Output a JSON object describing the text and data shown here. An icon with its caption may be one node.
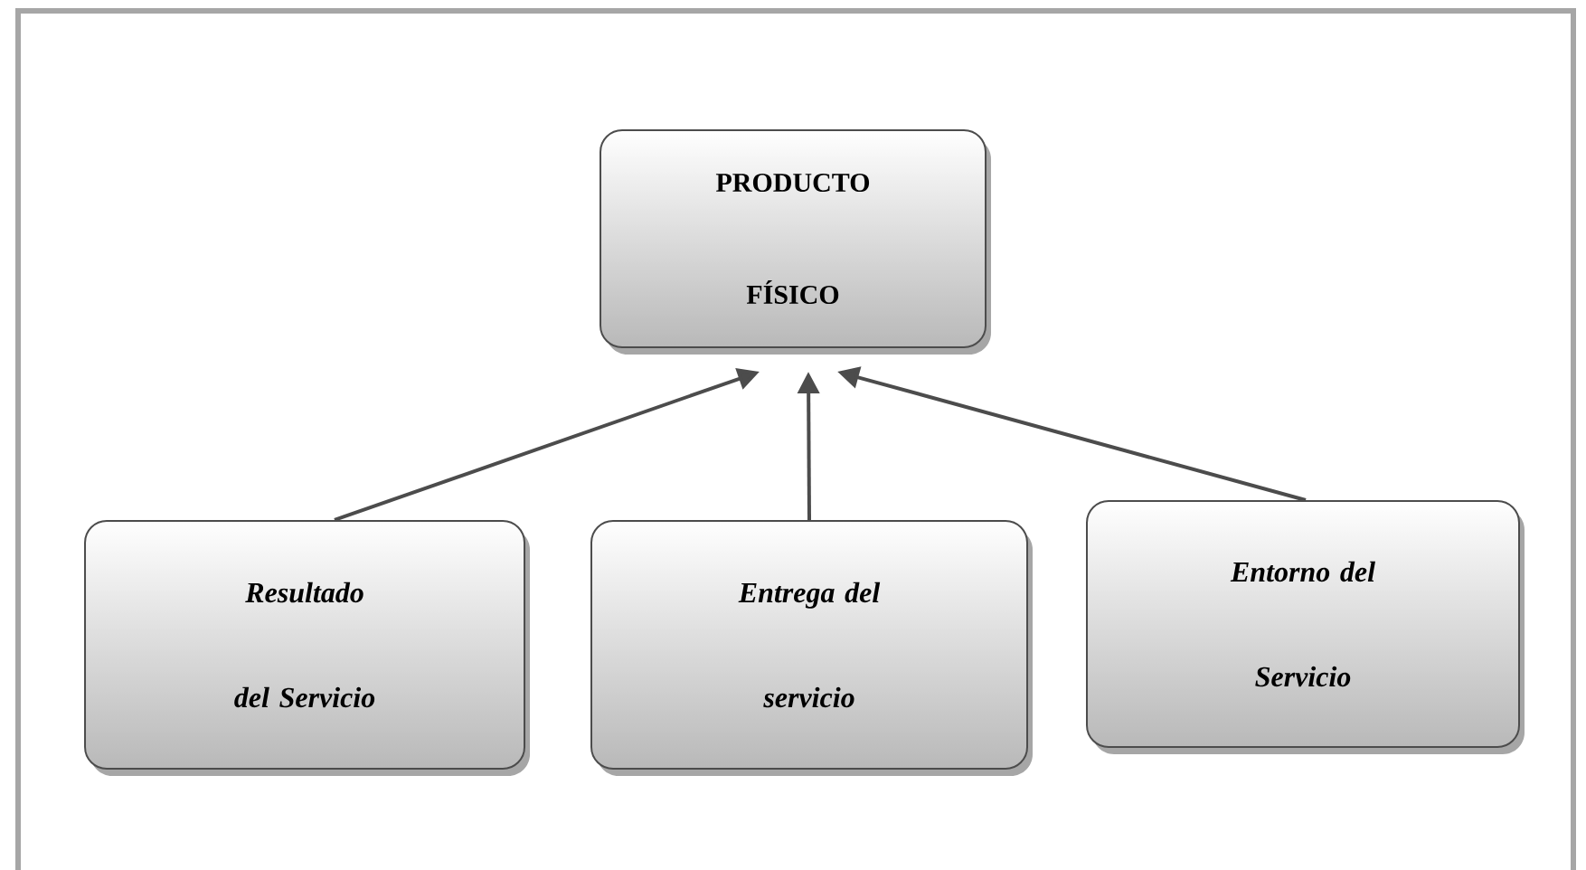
{
  "diagram": {
    "nodes": [
      {
        "text": [
          "PRODUCTO FÍSICO"
        ]
      },
      {
        "text": [
          "Resultado del Servicio"
        ]
      },
      {
        "text": [
          "Entrega del servicio"
        ]
      },
      {
        "text": [
          "Entorno del Servicio"
        ]
      }
    ],
    "edges": [
      {
        "from": 1,
        "to": 0,
        "arrow": "to"
      },
      {
        "from": 2,
        "to": 0,
        "arrow": "to"
      },
      {
        "from": 3,
        "to": 0,
        "arrow": "to"
      }
    ]
  }
}
